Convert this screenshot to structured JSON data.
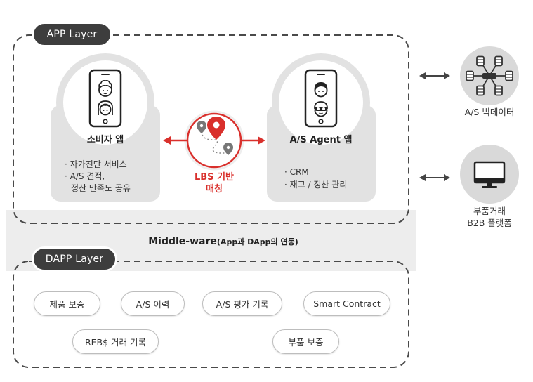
{
  "colors": {
    "layer_label": "#3d3d3d",
    "accent_red": "#d9302c",
    "card_gray": "#e2e2e2",
    "band_gray": "#ededed",
    "icon_circle": "#d9d9d9",
    "ink": "#222222"
  },
  "app_layer": {
    "label": "APP Layer"
  },
  "consumer_app": {
    "icon": "smartphone-icon",
    "title": "소비자 앱",
    "features": [
      "· 자가진단 서비스",
      "· A/S 견적,",
      "정산 만족도 공유"
    ]
  },
  "agent_app": {
    "icon": "smartphone-icon",
    "title": "A/S Agent 앱",
    "features": [
      "· CRM",
      "· 재고 / 정산 관리"
    ]
  },
  "lbs_matching": {
    "icon": "location-pin-icon",
    "label_lines": [
      "LBS 기반",
      "매칭"
    ]
  },
  "external_systems": [
    {
      "icon": "network-database-icon",
      "label_lines": [
        "A/S 빅데이터"
      ]
    },
    {
      "icon": "monitor-icon",
      "label_lines": [
        "부품거래",
        "B2B 플랫폼"
      ]
    }
  ],
  "middleware": {
    "title": "Middle-ware",
    "subtitle": "(App과 DApp의 연동)"
  },
  "dapp_layer": {
    "label": "DAPP Layer",
    "modules": [
      "제품 보증",
      "A/S 이력",
      "A/S 평가 기록",
      "Smart Contract",
      "REB$ 거래 기록",
      "부품 보증"
    ]
  }
}
